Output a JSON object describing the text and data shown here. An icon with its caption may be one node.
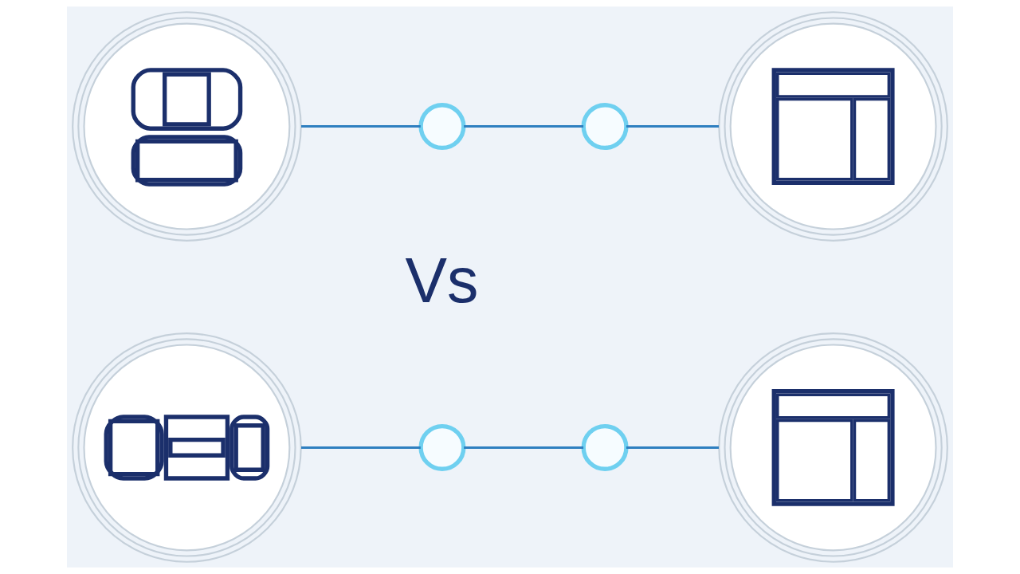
{
  "diagram": {
    "nodes": [
      {
        "text": [],
        "shape": "person"
      },
      {
        "text": [],
        "shape": "circle"
      },
      {
        "text": [],
        "shape": "circle"
      },
      {
        "text": [],
        "shape": "cube"
      },
      {
        "text": [],
        "shape": "picture"
      },
      {
        "text": [],
        "shape": "circle"
      },
      {
        "text": [],
        "shape": "circle"
      },
      {
        "text": [],
        "shape": "cube"
      }
    ],
    "edges": [
      {
        "from": 0,
        "to": 1,
        "arrow": "none"
      },
      {
        "from": 1,
        "to": 2,
        "arrow": "none"
      },
      {
        "from": 2,
        "to": 3,
        "arrow": "none"
      },
      {
        "from": 4,
        "to": 5,
        "arrow": "none"
      },
      {
        "from": 5,
        "to": 6,
        "arrow": "none"
      },
      {
        "from": 6,
        "to": 7,
        "arrow": "none"
      }
    ],
    "labels": [
      "Vs"
    ]
  }
}
